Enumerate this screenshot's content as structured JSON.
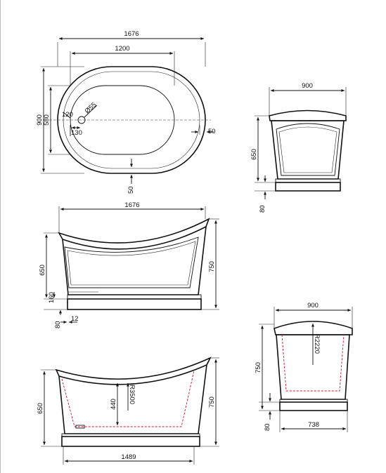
{
  "top_view": {
    "overall_length": "1676",
    "inner_length": "1200",
    "overall_width": "900",
    "inner_width": "580",
    "edge_offset": "120",
    "drain_offset": "130",
    "drain_diameter": "Ø55",
    "side_rim": "50",
    "bottom_rim": "50"
  },
  "end_view": {
    "width": "900",
    "height": "650",
    "plinth": "80"
  },
  "side_view": {
    "length": "1676",
    "body_height": "650",
    "overall_height": "750",
    "overflow_height": "160",
    "plinth": "80",
    "setback": "12"
  },
  "end_section": {
    "width": "900",
    "height": "750",
    "inner_radius": "R2220",
    "plinth": "80",
    "base_width": "738"
  },
  "side_section": {
    "body_height": "650",
    "overall_height": "750",
    "depth": "440",
    "radius": "R3500",
    "base_length": "1489"
  }
}
